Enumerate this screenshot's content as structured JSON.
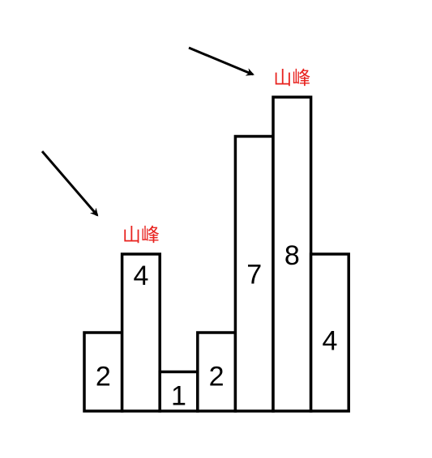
{
  "colors": {
    "bar_stroke": "#000000",
    "bar_fill": "#ffffff",
    "peak_label": "#e8231f",
    "arrow": "#000000"
  },
  "peak_label_text": "山峰",
  "chart_data": {
    "type": "bar",
    "values": [
      2,
      4,
      1,
      2,
      7,
      8,
      4
    ],
    "peaks": [
      1,
      5
    ],
    "annotations": [
      {
        "bar_index": 1,
        "text": "山峰"
      },
      {
        "bar_index": 5,
        "text": "山峰"
      }
    ]
  }
}
